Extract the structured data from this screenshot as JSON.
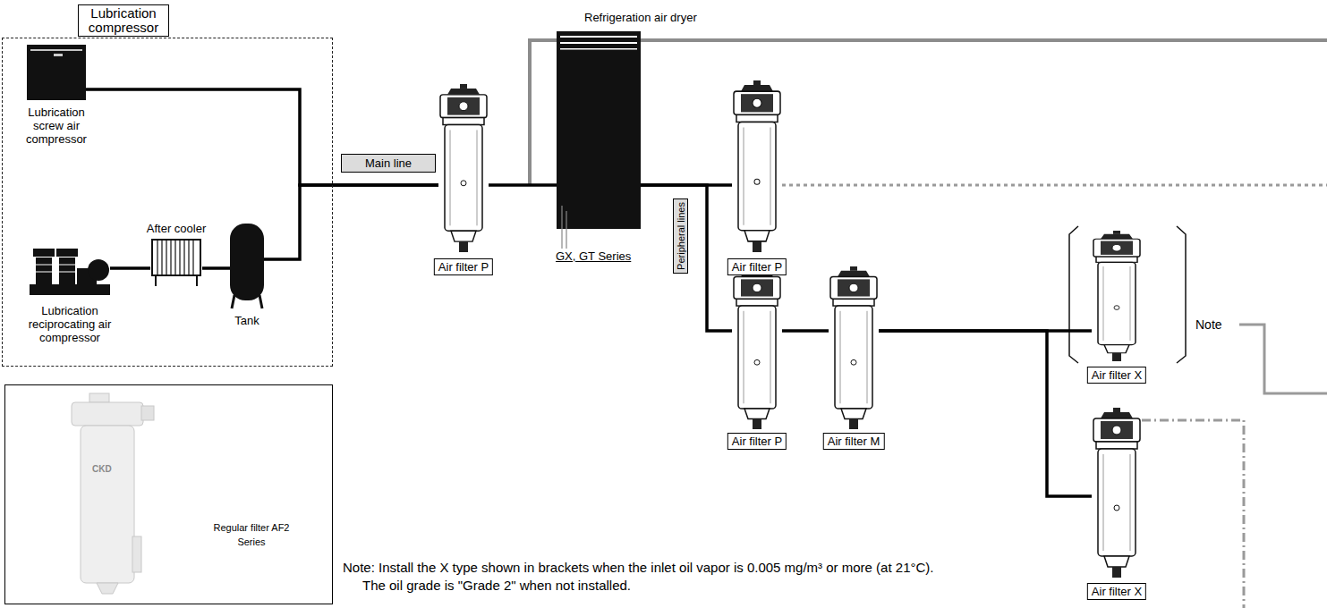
{
  "diagram": {
    "nodes": [
      {
        "text": [
          "Lubrication compressor"
        ]
      },
      {
        "text": [
          "Lubrication screw air compressor"
        ],
        "in": 0
      },
      {
        "text": [
          "Lubrication reciprocating air compressor"
        ],
        "in": 0
      },
      {
        "text": [
          "After cooler"
        ],
        "in": 0
      },
      {
        "text": [
          "Tank"
        ],
        "in": 0
      },
      {
        "text": [
          "Main line"
        ]
      },
      {
        "text": [
          "Air filter P"
        ]
      },
      {
        "text": [
          "Refrigeration air dryer",
          "GX, GT Series"
        ]
      },
      {
        "text": [
          "Peripheral lines"
        ]
      },
      {
        "text": [
          "Air filter P"
        ]
      },
      {
        "text": [
          "Air filter P"
        ]
      },
      {
        "text": [
          "Air filter M"
        ]
      },
      {
        "text": [
          "Air filter X"
        ]
      },
      {
        "text": [
          "Air filter X"
        ]
      },
      {
        "text": [
          "Regular filter AF2 Series"
        ]
      }
    ],
    "edges": [
      {
        "from": 2,
        "to": 3,
        "arrow": "none"
      },
      {
        "from": 3,
        "to": 4,
        "arrow": "none"
      },
      {
        "from": 1,
        "to": 6,
        "arrow": "none"
      },
      {
        "from": 4,
        "to": 6,
        "arrow": "none"
      },
      {
        "from": 6,
        "to": 7,
        "arrow": "none"
      },
      {
        "from": 7,
        "to": 9,
        "arrow": "none"
      },
      {
        "from": 7,
        "to": 10,
        "arrow": "none"
      },
      {
        "from": 10,
        "to": 11,
        "arrow": "none"
      },
      {
        "from": 11,
        "to": 12,
        "arrow": "none"
      },
      {
        "from": 11,
        "to": 13,
        "arrow": "none"
      }
    ],
    "labels": [
      "Note",
      "Note: Install the X type shown in brackets when the inlet oil vapor is 0.005 mg/m³ or more (at 21°C). The oil grade is \"Grade 2\" when not installed.",
      "CKD"
    ]
  }
}
